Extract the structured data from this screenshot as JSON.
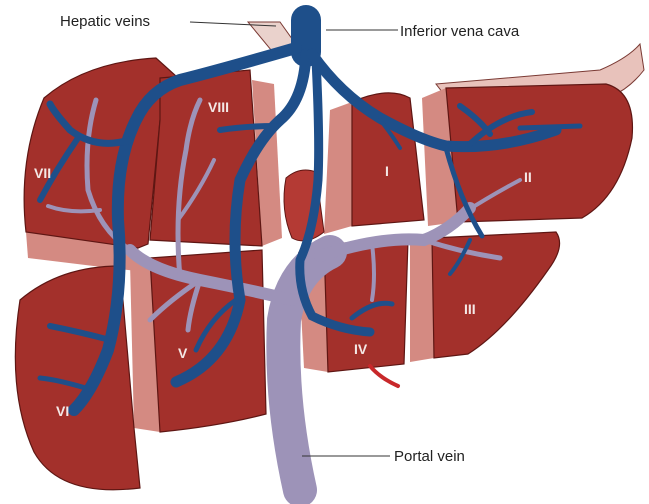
{
  "labels": {
    "hepatic_veins": "Hepatic veins",
    "ivc": "Inferior vena cava",
    "portal_vein": "Portal vein"
  },
  "segments": {
    "s1": "I",
    "s2": "II",
    "s3": "III",
    "s4": "IV",
    "s5": "V",
    "s6": "VI",
    "s7": "VII",
    "s8": "VIII"
  },
  "colors": {
    "liver": "#a3302b",
    "liver_light": "#d48a82",
    "hepatic_vein": "#1e4f8a",
    "portal_vein": "#9d93b8",
    "artery": "#c8282a"
  }
}
